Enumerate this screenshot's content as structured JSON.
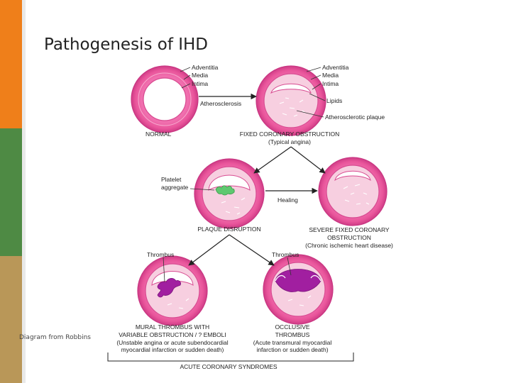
{
  "slide": {
    "title": "Pathogenesis of IHD",
    "credit": "Diagram from Robbins"
  },
  "colors": {
    "wall": "#e9559b",
    "wall_dark": "#cf3c86",
    "lumen": "#ffffff",
    "plaque": "#f7cfe0",
    "platelets": "#5fc870",
    "thrombus": "#a11fa0",
    "stripe_orange": "#ef7f1a",
    "stripe_green": "#4e8a44",
    "stripe_tan": "#b99758"
  },
  "diagram": {
    "layer_labels": {
      "normal": [
        "Adventitia",
        "Media",
        "Intima"
      ],
      "fixed": [
        "Adventitia",
        "Media",
        "Intima",
        "Lipids",
        "Atherosclerotic plaque"
      ]
    },
    "arrows": {
      "atherosclerosis": "Atherosclerosis",
      "healing": "Healing"
    },
    "callouts": {
      "platelet": [
        "Platelet",
        "aggregate"
      ],
      "thrombus_left": "Thrombus",
      "thrombus_right": "Thrombus"
    },
    "stages": {
      "normal": [
        "NORMAL"
      ],
      "fixed": [
        "FIXED CORONARY OBSTRUCTION",
        "(Typical angina)"
      ],
      "disruption": [
        "PLAQUE DISRUPTION"
      ],
      "severe": [
        "SEVERE FIXED CORONARY",
        "OBSTRUCTION",
        "(Chronic ischemic heart disease)"
      ],
      "mural": [
        "MURAL THROMBUS WITH",
        "VARIABLE OBSTRUCTION / ? EMBOLI",
        "(Unstable angina or acute subendocardial",
        "myocardial infarction or sudden death)"
      ],
      "occlusive": [
        "OCCLUSIVE",
        "THROMBUS",
        "(Acute transmural myocardial",
        "infarction or sudden death)"
      ]
    },
    "syndrome_label": "ACUTE CORONARY SYNDROMES"
  }
}
